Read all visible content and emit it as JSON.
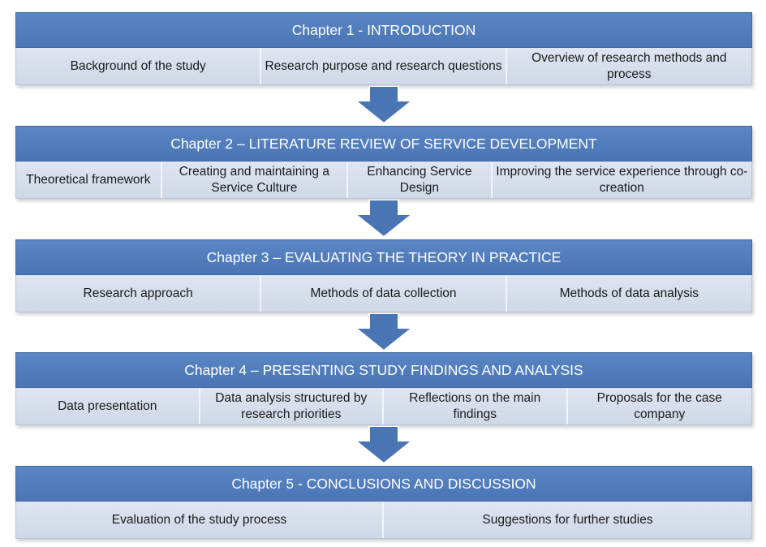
{
  "chapters": [
    {
      "title": "Chapter 1 - INTRODUCTION",
      "items": [
        "Background of the study",
        "Research purpose and research questions",
        "Overview of research methods and process"
      ]
    },
    {
      "title": "Chapter 2 – LITERATURE REVIEW OF SERVICE DEVELOPMENT",
      "items": [
        "Theoretical framework",
        "Creating and maintaining a Service Culture",
        "Enhancing Service Design",
        "Improving the service experience through co-creation"
      ]
    },
    {
      "title": "Chapter 3 –  EVALUATING THE THEORY IN PRACTICE",
      "items": [
        "Research approach",
        "Methods of data collection",
        "Methods of data analysis"
      ]
    },
    {
      "title": "Chapter 4 – PRESENTING STUDY FINDINGS AND ANALYSIS",
      "items": [
        "Data presentation",
        "Data analysis structured by research priorities",
        "Reflections on the main findings",
        "Proposals for the case company"
      ]
    },
    {
      "title": "Chapter 5 - CONCLUSIONS AND DISCUSSION",
      "items": [
        "Evaluation of the study process",
        "Suggestions for further studies"
      ]
    }
  ],
  "colors": {
    "title_bar": "#4f7bbb",
    "item_bar": "#d6dee9",
    "arrow": "#4a75b5"
  }
}
